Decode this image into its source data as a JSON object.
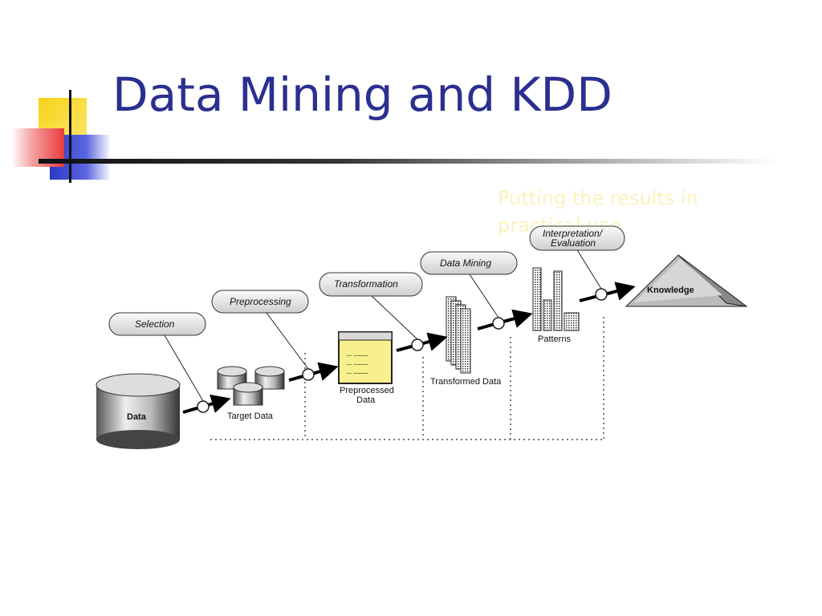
{
  "slide": {
    "title": "Data Mining and KDD",
    "note": "Putting the results in practical use"
  },
  "diagram": {
    "steps": [
      "Selection",
      "Preprocessing",
      "Transformation",
      "Data Mining",
      "Interpretation/ Evaluation"
    ],
    "stages": [
      "Data",
      "Target Data",
      "Preprocessed Data",
      "Transformed Data",
      "Patterns",
      "Knowledge"
    ]
  },
  "colors": {
    "title": "#2b2f8f",
    "deco_yellow": "#f7d21a",
    "deco_red": "#e83b3b",
    "deco_blue": "#2b39c8",
    "doc_yellow": "#f7f08c"
  }
}
